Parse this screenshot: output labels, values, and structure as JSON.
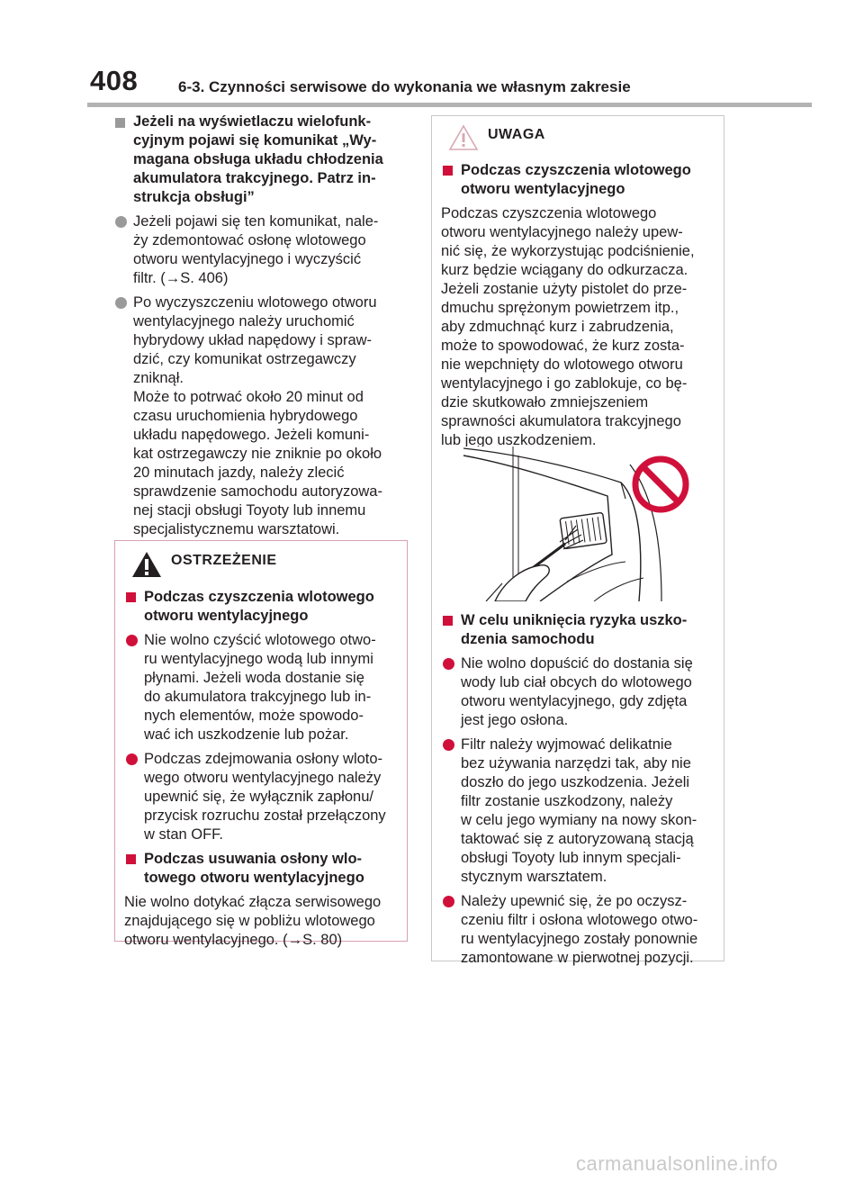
{
  "header": {
    "page_number": "408",
    "section_title": "6-3. Czynności serwisowe do wykonania we własnym zakresie"
  },
  "left": {
    "heading": "Jeżeli na wyświetlaczu wielofunk-\ncyjnym pojawi się komunikat „Wy-\nmagana obsługa układu chłodzenia\nakumulatora trakcyjnego. Patrz in-\nstrukcja obsługi”",
    "bullet1": "Jeżeli pojawi się ten komunikat, nale-\nży zdemontować osłonę wlotowego\notworu wentylacyjnego i wyczyścić\nfiltr. (→S. 406)",
    "bullet2": "Po wyczyszczeniu wlotowego otworu\nwentylacyjnego należy uruchomić\nhybrydowy układ napędowy i spraw-\ndzić, czy komunikat ostrzegawczy\nzniknął.\nMoże to potrwać około 20 minut od\nczasu uruchomienia hybrydowego\nukładu napędowego. Jeżeli komuni-\nkat ostrzegawczy nie zniknie po około\n20 minutach jazdy, należy zlecić\nsprawdzenie samochodu autoryzowa-\nnej stacji obsługi Toyoty lub innemu\nspecjalistycznemu warsztatowi."
  },
  "warning": {
    "title": "OSTRZEŻENIE",
    "heading1": "Podczas czyszczenia wlotowego\notworu wentylacyjnego",
    "bullet1": "Nie wolno czyścić wlotowego otwo-\nru wentylacyjnego wodą lub innymi\npłynami. Jeżeli woda dostanie się\ndo akumulatora trakcyjnego lub in-\nnych elementów, może spowodo-\nwać ich uszkodzenie lub pożar.",
    "bullet2": "Podczas zdejmowania osłony wloto-\nwego otworu wentylacyjnego należy\nupewnić się, że wyłącznik zapłonu/\nprzycisk rozruchu został przełączony\nw stan OFF.",
    "heading2": "Podczas usuwania osłony wlo-\ntowego otworu wentylacyjnego",
    "para": "Nie wolno dotykać złącza serwisowego\nznajdującego się w pobliżu wlotowego\notworu wentylacyjnego. (→S. 80)"
  },
  "notice": {
    "title": "UWAGA",
    "heading1": "Podczas czyszczenia wlotowego\notworu wentylacyjnego",
    "para": "Podczas czyszczenia wlotowego\notworu wentylacyjnego należy upew-\nnić się, że wykorzystując podciśnienie,\nkurz będzie wciągany do odkurzacza.\nJeżeli zostanie użyty pistolet do prze-\ndmuchu sprężonym powietrzem itp.,\naby zdmuchnąć kurz i zabrudzenia,\nmoże to spowodować, że kurz zosta-\nnie wepchnięty do wlotowego otworu\nwentylacyjnego i go zablokuje, co bę-\ndzie skutkowało zmniejszeniem\nsprawności akumulatora trakcyjnego\nlub jego uszkodzeniem.",
    "heading2": "W celu uniknięcia ryzyka uszko-\ndzenia samochodu",
    "bullet1": "Nie wolno dopuścić do dostania się\nwody lub ciał obcych do wlotowego\notworu wentylacyjnego, gdy zdjęta\njest jego osłona.",
    "bullet2": "Filtr należy wyjmować delikatnie\nbez używania narzędzi tak, aby nie\ndoszło do jego uszkodzenia. Jeżeli\nfiltr zostanie uszkodzony, należy\nw celu jego wymiany na nowy skon-\ntaktować się z autoryzowaną stacją\nobsługi Toyoty lub innym specjali-\nstycznym warsztatem.",
    "bullet3": "Należy upewnić się, że po oczysz-\nczeniu filtr i osłona wlotowego otwo-\nru wentylacyjnego zostały ponownie\nzamontowane w pierwotnej pozycji."
  },
  "footer": {
    "watermark": "carmanualsonline.info"
  },
  "colors": {
    "warning_accent": "#d0103a",
    "notice_accent": "#d0103a",
    "bullet_grey": "#9a9a9a",
    "rule_grey": "#b3b3b3"
  }
}
